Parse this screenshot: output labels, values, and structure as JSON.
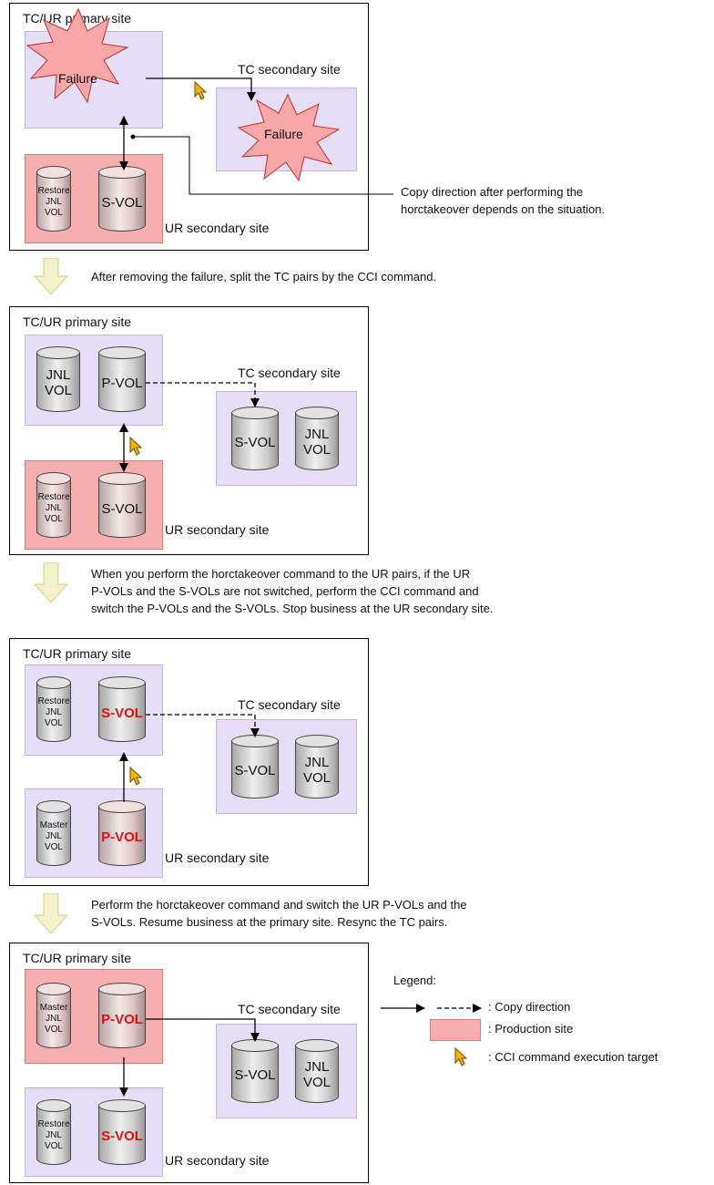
{
  "labels": {
    "primary_site": "TC/UR primary site",
    "tc_secondary_site": "TC secondary site",
    "ur_secondary_site": "UR secondary site",
    "failure": "Failure"
  },
  "volumes": {
    "svol": "S-VOL",
    "pvol": "P-VOL",
    "jnl_vol": "JNL\nVOL",
    "restore_jnl_vol": "Restore\nJNL\nVOL",
    "master_jnl_vol": "Master\nJNL\nVOL"
  },
  "notes": {
    "copy_direction": "Copy direction after performing the\nhorctakeover depends on the situation.",
    "step1": "After removing the failure, split the TC pairs by the CCI command.",
    "step2": "When you perform the horctakeover command to the UR pairs, if the UR\nP-VOLs and the S-VOLs are not switched, perform the CCI command and\nswitch the P-VOLs and the S-VOLs. Stop business at the UR secondary site.",
    "step3": "Perform the horctakeover command and switch the UR P-VOLs and the\nS-VOLs. Resume business at the primary site. Resync the TC pairs."
  },
  "legend": {
    "title": "Legend:",
    "copy_direction": ": Copy direction",
    "production_site": ": Production site",
    "cci_target": ": CCI command execution target"
  },
  "colors": {
    "site_purple": "#e6def7",
    "production_red": "#f6aeae",
    "failure_fill": "#f7a7a7",
    "down_arrow": "#f2f2c8",
    "cursor": "#f5b400"
  }
}
